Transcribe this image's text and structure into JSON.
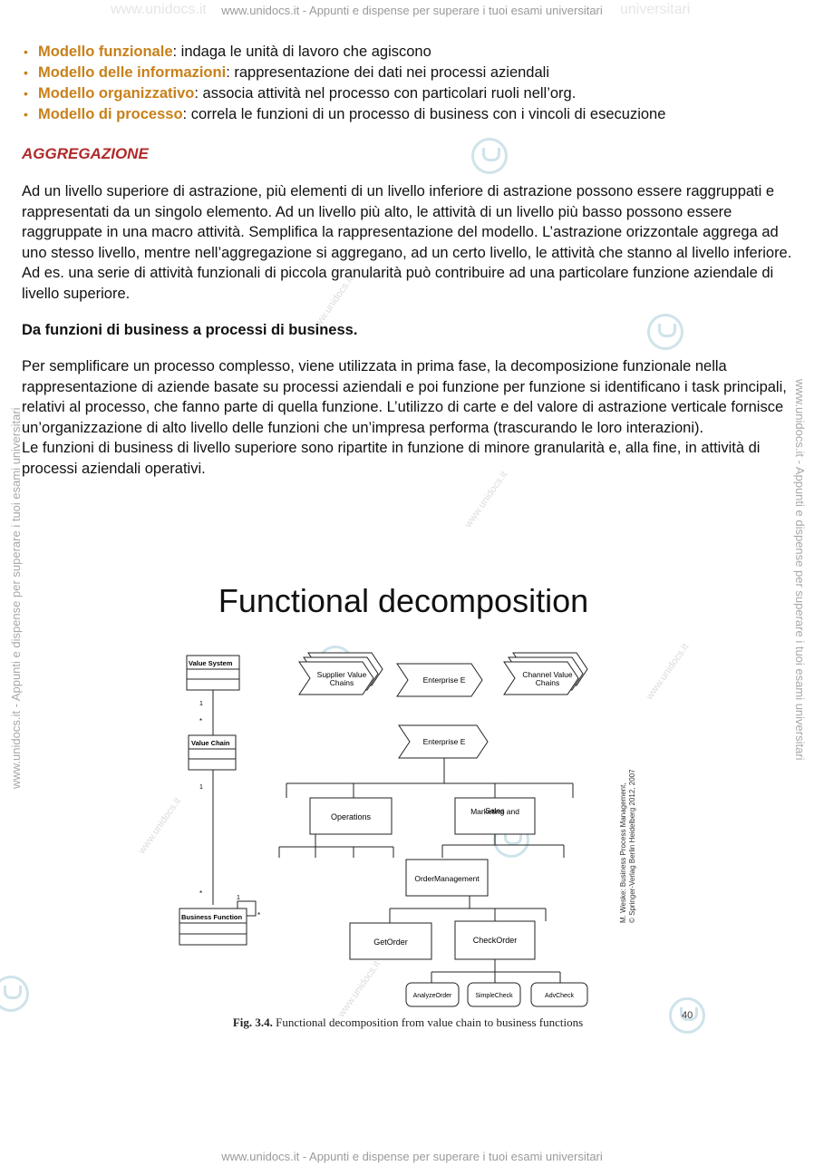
{
  "watermark": {
    "top": "www.unidocs.it - Appunti e dispense per superare i tuoi esami universitari",
    "bottom": "www.unidocs.it - Appunti e dispense per superare i tuoi esami universitari",
    "side_left": "www.unidocs.it - Appunti e dispense per superare i tuoi esami universitari",
    "side_right": "www.unidocs.it - Appunti e dispense per superare i tuoi esami universitari",
    "diagonal": "www.unidocs.it",
    "ghost_left": "www.unidocs.it",
    "ghost_right": "universitari"
  },
  "models": [
    {
      "term": "Modello funzionale",
      "desc": ": indaga le unità di lavoro che agiscono"
    },
    {
      "term": "Modello delle informazioni",
      "desc": ": rappresentazione dei dati nei processi aziendali"
    },
    {
      "term": "Modello organizzativo",
      "desc": ": associa attività nel processo con particolari ruoli nell’org."
    },
    {
      "term": "Modello di processo",
      "desc": ": correla le funzioni di un processo di business con i vincoli di esecuzione"
    }
  ],
  "aggregazione": {
    "title": "AGGREGAZIONE",
    "paragraph": "Ad un livello superiore di astrazione, più elementi di un livello inferiore di astrazione possono essere raggruppati e rappresentati da un singolo elemento. Ad un livello più alto, le attività di un livello più basso possono essere raggruppate in una macro attività. Semplifica la rappresentazione del modello. L’astrazione orizzontale aggrega ad uno stesso livello, mentre nell’aggregazione si aggregano, ad un certo livello, le attività che stanno al livello inferiore. Ad es. una serie di attività funzionali di piccola granularità può contribuire ad una particolare funzione aziendale di livello superiore."
  },
  "decomposition": {
    "heading": "Da funzioni di business a processi di business.",
    "paragraph1": "Per semplificare un processo complesso, viene utilizzata in prima fase, la decomposizione funzionale nella rappresentazione di aziende basate su processi aziendali e poi funzione per funzione si identificano i task principali, relativi al processo, che fanno parte di quella funzione. L’utilizzo di carte e del valore di astrazione verticale fornisce un’organizzazione di alto livello delle funzioni che un’impresa performa (trascurando le loro interazioni).",
    "paragraph2": "Le funzioni di business di livello superiore sono ripartite in funzione di minore granularità e, alla fine, in attività di processi aziendali operativi."
  },
  "figure": {
    "title": "Functional decomposition",
    "uml": {
      "value_system": "Value System",
      "value_chain": "Value Chain",
      "business_function": "Business Function",
      "mult_1a": "1",
      "mult_star_a": "*",
      "mult_1b": "1",
      "mult_star_b": "*",
      "mult_1c": "1",
      "mult_star_c": "*"
    },
    "chain": {
      "supplier": "Supplier Value Chains",
      "enterprise": "Enterprise E",
      "channel": "Channel Value Chains"
    },
    "tree": {
      "root": "Enterprise E",
      "operations": "Operations",
      "marketing": "Marketing and Sales",
      "order_management": "OrderManagement",
      "get_order": "GetOrder",
      "check_order": "CheckOrder",
      "analyze_order": "AnalyzeOrder",
      "simple_check": "SimpleCheck",
      "adv_check": "AdvCheck"
    },
    "credit_line1": "M. Weske: Business Process Management,",
    "credit_line2": "© Springer-Verlag Berlin Heidelberg 2012, 2007",
    "caption_label": "Fig. 3.4.",
    "caption_text": "Functional decomposition from value chain to business functions"
  },
  "page_number": "40"
}
